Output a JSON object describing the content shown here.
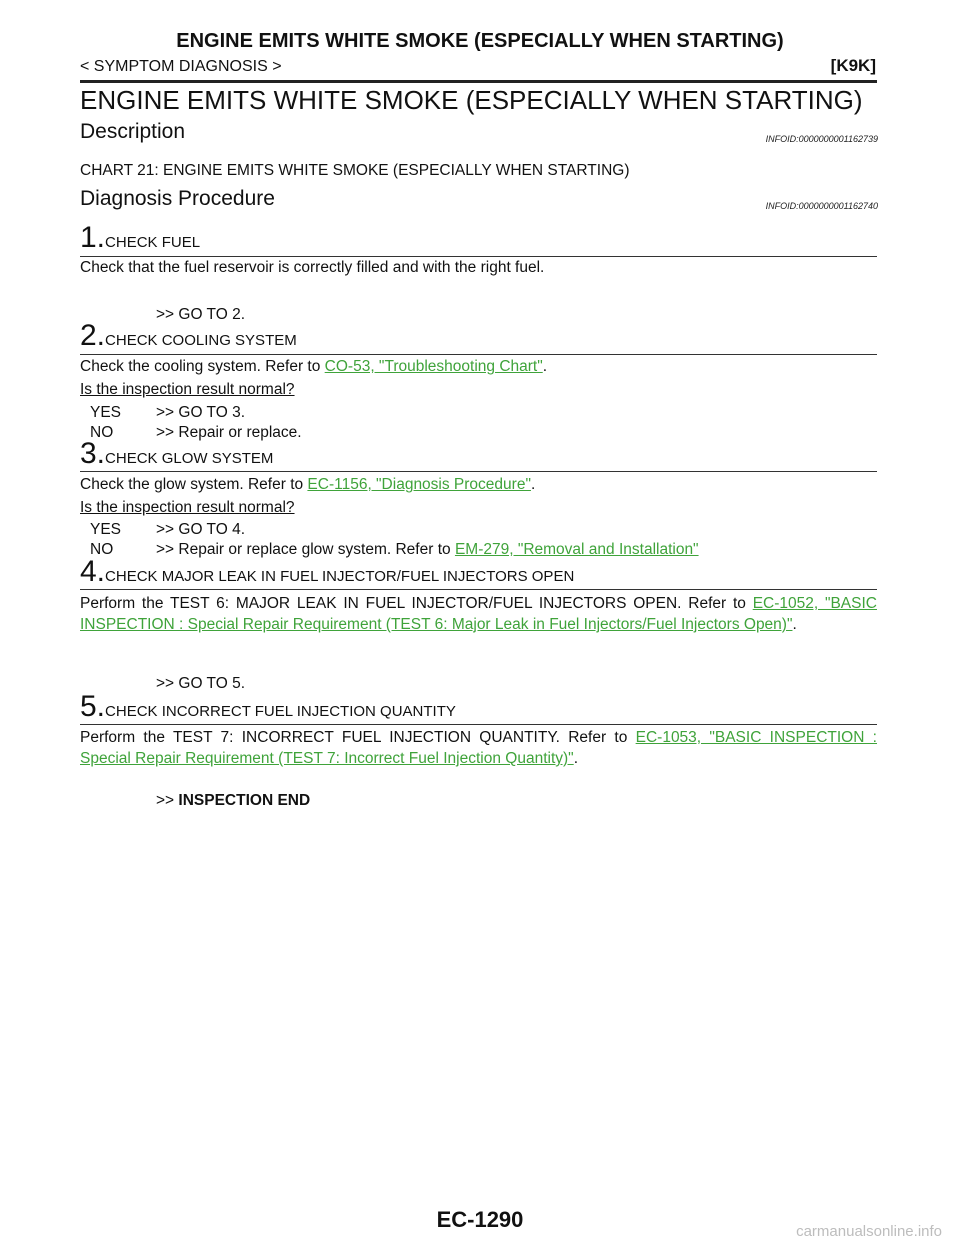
{
  "header": {
    "title": "ENGINE EMITS WHITE SMOKE (ESPECIALLY WHEN STARTING)",
    "breadcrumb": "< SYMPTOM DIAGNOSIS >",
    "model": "[K9K]"
  },
  "main_heading": "ENGINE EMITS WHITE SMOKE (ESPECIALLY WHEN STARTING)",
  "description": {
    "heading": "Description",
    "infoid": "INFOID:0000000001162739",
    "text": "CHART 21: ENGINE EMITS WHITE SMOKE (ESPECIALLY WHEN STARTING)"
  },
  "diagnosis": {
    "heading": "Diagnosis Procedure",
    "infoid": "INFOID:0000000001162740"
  },
  "steps": [
    {
      "num": "1.",
      "title": "CHECK FUEL",
      "text": "Check that the fuel reservoir is correctly filled and with the right fuel.",
      "result": ">> GO TO 2."
    },
    {
      "num": "2.",
      "title": "CHECK COOLING SYSTEM",
      "text_pre": "Check the cooling system. Refer to ",
      "link": "CO-53, \"Troubleshooting Chart\"",
      "text_post": ".",
      "question": "Is the inspection result normal?",
      "yes_label": "YES",
      "yes": ">> GO TO 3.",
      "no_label": "NO",
      "no": ">> Repair or replace."
    },
    {
      "num": "3.",
      "title": "CHECK GLOW SYSTEM",
      "text_pre": "Check the glow system. Refer to ",
      "link": "EC-1156, \"Diagnosis Procedure\"",
      "text_post": ".",
      "question": "Is the inspection result normal?",
      "yes_label": "YES",
      "yes": ">> GO TO 4.",
      "no_label": "NO",
      "no_pre": ">> Repair or replace glow system. Refer to ",
      "no_link": "EM-279, \"Removal and Installation\""
    },
    {
      "num": "4.",
      "title": "CHECK MAJOR LEAK IN FUEL INJECTOR/FUEL INJECTORS OPEN",
      "text_pre": "Perform the TEST 6: MAJOR LEAK IN FUEL INJECTOR/FUEL INJECTORS OPEN. Refer to ",
      "link": "EC-1052, \"BASIC INSPECTION : Special Repair Requirement (TEST 6: Major Leak in Fuel Injectors/Fuel Injectors Open)\"",
      "text_post": ".",
      "result": ">> GO TO 5."
    },
    {
      "num": "5.",
      "title": "CHECK INCORRECT FUEL INJECTION QUANTITY",
      "text_pre": "Perform the TEST 7: INCORRECT FUEL INJECTION QUANTITY. Refer to ",
      "link": "EC-1053, \"BASIC INSPECTION : Special Repair Requirement (TEST 7: Incorrect Fuel Injection Quantity)\"",
      "text_post": ".",
      "result_prefix": ">>",
      "result": "INSPECTION END"
    }
  ],
  "footer": {
    "page": "EC-1290"
  },
  "watermark": "carmanualsonline.info"
}
